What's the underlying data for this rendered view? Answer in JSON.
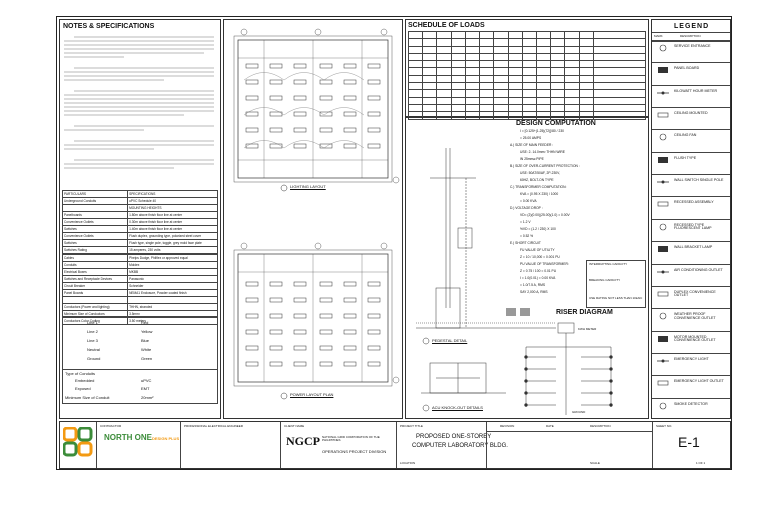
{
  "notes": {
    "title": "NOTES & SPECIFICATIONS",
    "spec_headers": [
      "PARTICULARS",
      "SPECIFICATIONS"
    ],
    "spec_rows": [
      [
        "Underground Conduits",
        "uPVC Schedule 40"
      ],
      [
        "",
        "MOUNTING HEIGHTS"
      ],
      [
        "Panelboards",
        "1.80m above finish floor line at center"
      ],
      [
        "Convenience Outlets",
        "0.30m above finish floor line at center"
      ],
      [
        "Switches",
        "1.40m above finish floor line at center"
      ],
      [
        "Convenience Outlets",
        "Flush duplex, grounding type, polarized steel cover"
      ],
      [
        "Switches",
        "Flush type, single pole, toggle, grey mold face plate"
      ],
      [
        "Switches Rating",
        "15 amperes, 230 volts"
      ]
    ],
    "mat_rows": [
      [
        "Cables",
        "Phelps Dodge, Philflex or approved equal"
      ],
      [
        "Conduits",
        "Moldex"
      ],
      [
        "Electrical Boxes",
        "MKBB"
      ],
      [
        "Switches and Receptacle Devices",
        "Panasonic"
      ],
      [
        "Circuit Breaker",
        "Schneider"
      ],
      [
        "Panel Boards",
        "NEMA1 Enclosure, Powder coated finish"
      ],
      [
        "",
        ""
      ],
      [
        "Conductors (Power and lighting)",
        "THHN, stranded"
      ],
      [
        "Minimum Size of Conductors",
        "3.5mm²"
      ],
      [
        "Conductors Color Coding",
        "3.50 meters"
      ]
    ],
    "color_lines": [
      "Line 1",
      "Line 2",
      "Line 3",
      "Neutral",
      "Ground"
    ],
    "color_vals": [
      "Red",
      "Yellow",
      "Blue",
      "White",
      "Green"
    ],
    "conduit_label": "Type of Conduits",
    "conduit_rows": [
      [
        "Embedded",
        "uPVC"
      ],
      [
        "Exposed",
        "EMT"
      ]
    ],
    "min_conduit": [
      "Minimum Size of Conduit",
      "20mm²"
    ]
  },
  "plans": {
    "lighting_title": "LIGHTING LAYOUT",
    "power_title": "POWER LAYOUT PLAN",
    "grid_marks": [
      "A",
      "B",
      "C",
      "D",
      "E",
      "1",
      "2",
      "3",
      "4"
    ]
  },
  "schedule": {
    "title": "SCHEDULE OF LOADS"
  },
  "design": {
    "title": "DESIGN COMPUTATION",
    "lines": [
      "I = [0.125+(1.25)(72)]/80 / 230",
      "= 25.00 AMPS",
      "A.) SIZE OF MAIN FEEDER :",
      "USE: 2- 14.0mm²  THHN  WIRE",
      "IN 25mm⌀ PIPE",
      "B.) SIZE OF OVER-CURRENT PROTECTION :",
      "USE: 50AT/50AF, 2P-230V,",
      "60HZ, BOLT-ON TYPE",
      "C.) TRANSFORMER COMPUTATION:",
      "KVA = (0.95 X 230) / 1000",
      "= 0.00 KVA",
      "D.) VOLTAGE DROP :",
      "VD= (2)(0.00)(25.00)(1.0) = 0.00V",
      "= 1.2 V",
      "%VD = (1.2 / 230) X 100",
      "= 0.52 %",
      "E.) SHORT CIRCUIT",
      "FU VALUE OF UTILITY",
      "Z = 10 / 10,000 = 0.001 PU",
      "PU VALUE OF TRANSFORMER:",
      "Z = 0.75 / 100 = 0.01 PU",
      "I = 1.0(0.01) = 0.00 KVA",
      "= 1.0/7.5 A, RMS",
      "SAY 2,000 A, RMS"
    ],
    "interrupt_title": "INTERRUPTING CAPACITY",
    "breaking_title": "BREAKING CAPACITY",
    "rating_note": "USE RATING NOT LESS THAN 10kAIC"
  },
  "riser": {
    "title": "RISER DIAGRAM",
    "meter": "KWH METER",
    "ground": "GROUND"
  },
  "details": {
    "pedestal": "PEDESTAL DETAIL",
    "acu": "ACU KNOCK-OUT DETAILS"
  },
  "legend": {
    "title": "LEGEND",
    "col_mark": "MARK",
    "col_desc": "DESCRIPTION",
    "items": [
      "SERVICE ENTRANCE",
      "PANEL BOARD",
      "KILOWATT HOUR METER",
      "CEILING MOUNTED",
      "CEILING FAN",
      "FLUSH TYPE",
      "WALL SWITCH SINGLE POLE",
      "RECESSED ASSEMBLY",
      "RECESSED TYPE FLUORESCENT LAMP",
      "WALL BRACKET LAMP",
      "AIR CONDITIONING OUTLET",
      "DUPLEX CONVENIENCE OUTLET",
      "WEATHER PROOF CONVENIENCE OUTLET",
      "MOTOR MOUNTED CONVENIENCE OUTLET",
      "EMERGENCY LIGHT",
      "EMERGENCY LIGHT OUTLET",
      "SMOKE DETECTOR"
    ]
  },
  "titleblock": {
    "contractor_label": "CONTRACTOR",
    "company": "NORTH ONE",
    "company_suffix": "DESIGN PLUS",
    "engineer_label": "PROFESSIONAL ELECTRICAL ENGINEER",
    "client_label": "CLIENT NAME",
    "client_logo": "NGCP",
    "client_name": "NATIONAL GRID CORPORATION OF THE PHILIPPINES",
    "client_division": "OPERATIONS PROJECT DIVISION",
    "project_label": "PROJECT TITLE",
    "project_line1": "PROPOSED ONE-STOREY",
    "project_line2": "COMPUTER LABORATORY BLDG.",
    "location": "LOCATION",
    "revision_label": "REVISION",
    "date_label": "DATE",
    "description_label": "DESCRIPTION",
    "sheet_label": "SHEET NO.",
    "sheet_no": "E-1",
    "scale": "SCALE",
    "sheet_count": "1  OF  1"
  },
  "colors": {
    "logo_orange": "#f39a12",
    "logo_green": "#3c8c3a",
    "line": "#333333"
  }
}
